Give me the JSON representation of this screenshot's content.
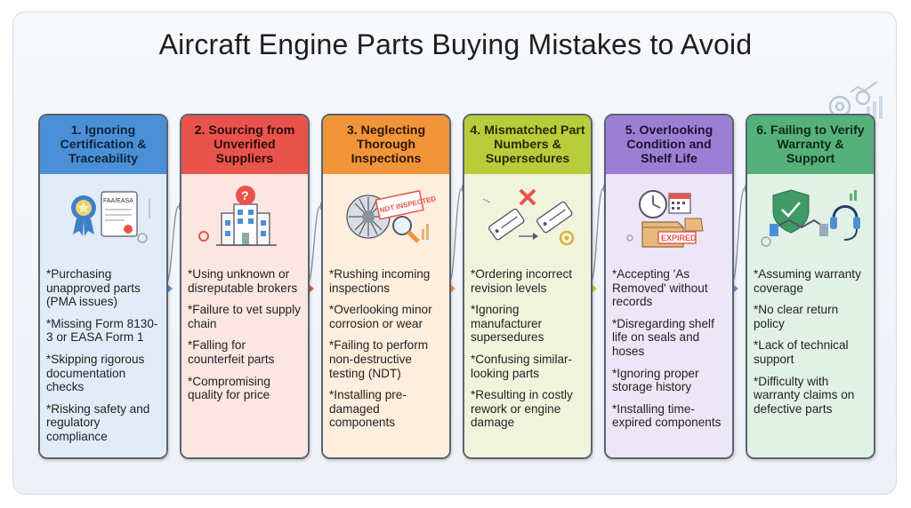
{
  "title": "Aircraft Engine Parts Buying Mistakes to Avoid",
  "colors": {
    "col1_head": "#4b8fd6",
    "col1_body": "#e1ecf8",
    "col2_head": "#e8544c",
    "col2_body": "#fbe6e2",
    "col3_head": "#f2943a",
    "col3_body": "#fdeedd",
    "col4_head": "#b9cc3a",
    "col4_body": "#f1f4dc",
    "col5_head": "#9c7fd4",
    "col5_body": "#ece6f6",
    "col6_head": "#55b07a",
    "col6_body": "#e1f1e6"
  },
  "columns": [
    {
      "heading": "1. Ignoring Certification & Traceability",
      "icon": "certificate-badge-icon",
      "icon_text": "FAA/EASA",
      "items": [
        "*Purchasing unapproved parts (PMA issues)",
        "*Missing Form 8130-3 or EASA Form 1",
        "*Skipping rigorous documentation checks",
        "*Risking safety and regulatory compliance"
      ]
    },
    {
      "heading": "2. Sourcing from Unverified Suppliers",
      "icon": "building-question-icon",
      "icon_text": "?",
      "items": [
        "*Using unknown or disreputable brokers",
        "*Failure to vet supply chain",
        "*Falling for counterfeit parts",
        "*Compromising quality for price"
      ]
    },
    {
      "heading": "3. Neglecting Thorough Inspections",
      "icon": "turbine-magnifier-icon",
      "icon_text": "NDT INSPECTED",
      "items": [
        "*Rushing incoming inspections",
        "*Overlooking minor corrosion or wear",
        "*Failing to perform non-destructive testing (NDT)",
        "*Installing pre-damaged components"
      ]
    },
    {
      "heading": "4. Mismatched Part Numbers & Supersedures",
      "icon": "mismatched-tags-icon",
      "icon_text": "",
      "items": [
        "*Ordering incorrect revision levels",
        "*Ignoring manufacturer supersedures",
        "*Confusing similar-looking parts",
        "*Resulting in costly rework or engine damage"
      ]
    },
    {
      "heading": "5. Overlooking Condition and Shelf Life",
      "icon": "expired-box-clock-icon",
      "icon_text": "EXPIRED",
      "items": [
        "*Accepting 'As Removed' without records",
        "*Disregarding shelf life on seals and hoses",
        "*Ignoring proper storage history",
        "*Installing time-expired components"
      ]
    },
    {
      "heading": "6. Failing to Verify Warranty & Support",
      "icon": "shield-handshake-headset-icon",
      "icon_text": "",
      "items": [
        "*Assuming warranty coverage",
        "*No clear return policy",
        "*Lack of technical support",
        "*Difficulty with warranty claims on defective parts"
      ]
    }
  ]
}
